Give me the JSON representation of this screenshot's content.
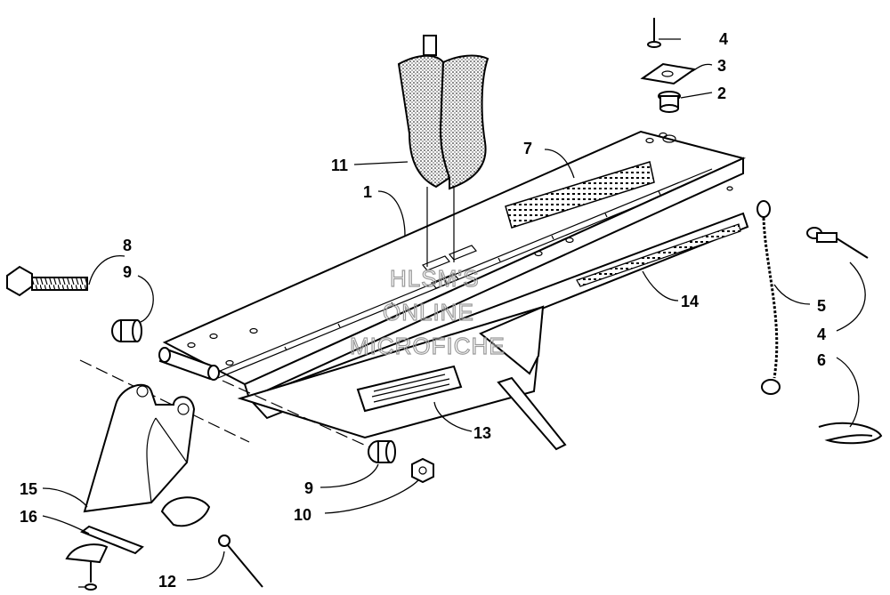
{
  "watermark": {
    "line1": "HLSM'S",
    "line2": "ONLINE",
    "line3": "MICROFICHE"
  },
  "callouts": [
    {
      "id": "1",
      "label": "1"
    },
    {
      "id": "2",
      "label": "2"
    },
    {
      "id": "3",
      "label": "3"
    },
    {
      "id": "4a",
      "label": "4"
    },
    {
      "id": "4b",
      "label": "4"
    },
    {
      "id": "5",
      "label": "5"
    },
    {
      "id": "6",
      "label": "6"
    },
    {
      "id": "7",
      "label": "7"
    },
    {
      "id": "8",
      "label": "8"
    },
    {
      "id": "9a",
      "label": "9"
    },
    {
      "id": "9b",
      "label": "9"
    },
    {
      "id": "10",
      "label": "10"
    },
    {
      "id": "11",
      "label": "11"
    },
    {
      "id": "12",
      "label": "12"
    },
    {
      "id": "13",
      "label": "13"
    },
    {
      "id": "14",
      "label": "14"
    },
    {
      "id": "15",
      "label": "15"
    },
    {
      "id": "16",
      "label": "16"
    }
  ]
}
